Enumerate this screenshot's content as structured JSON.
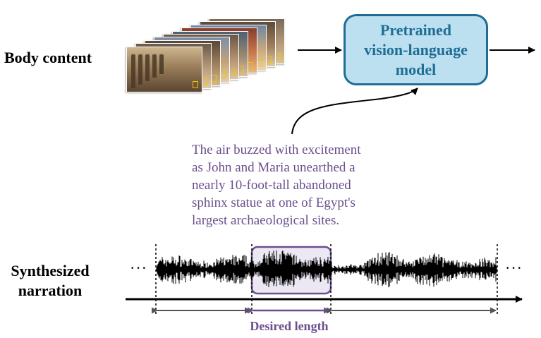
{
  "labels": {
    "body_content": "Body content",
    "synthesized_narration_line1": "Synthesized",
    "synthesized_narration_line2": "narration"
  },
  "model": {
    "line1": "Pretrained",
    "line2": "vision-language",
    "line3": "model"
  },
  "caption": {
    "lines": [
      "The air buzzed with excitement",
      "as John and Maria unearthed a",
      "nearly 10-foot-tall abandoned",
      "sphinx statue at one of Egypt's",
      "largest archaeological sites."
    ]
  },
  "timeline": {
    "desired_length_label": "Desired length",
    "ellipsis": "···",
    "segments": 3
  },
  "colors": {
    "model_fill": "#bde0f0",
    "model_border": "#1f6d94",
    "caption_text": "#6b4f8d",
    "highlight_border": "#6b4f8d",
    "highlight_fill": "#ece8f3",
    "span_arrow": "#555555"
  },
  "frames": {
    "count": 10,
    "icons": [
      "egypt-temple-photo",
      "desert-photo",
      "sphinx-photo",
      "landscape-photo"
    ]
  }
}
